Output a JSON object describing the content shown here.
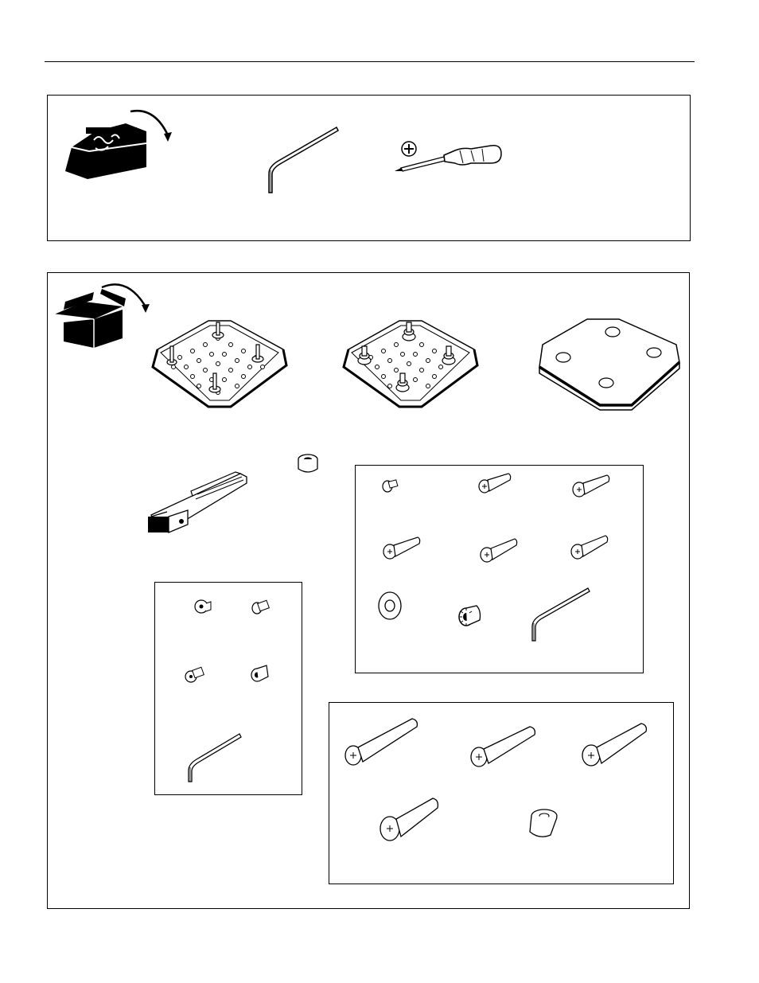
{
  "page": {
    "header_text": ""
  },
  "tools_panel": {
    "icons": [
      "toolbox-icon",
      "allen-wrench-icon",
      "phillips-screwdriver-icon"
    ],
    "screwdriver_symbol": "+"
  },
  "parts_panel": {
    "icons": [
      "open-box-icon",
      "plate-with-studs-a",
      "plate-with-studs-b",
      "cover-plate",
      "slide-rail",
      "spacer-nut",
      "flat-washer",
      "threaded-insert",
      "hex-key",
      "spacer-sleeve"
    ],
    "colors": {
      "line": "#000000",
      "fill": "#ffffff",
      "icon_fill": "#000000"
    }
  }
}
